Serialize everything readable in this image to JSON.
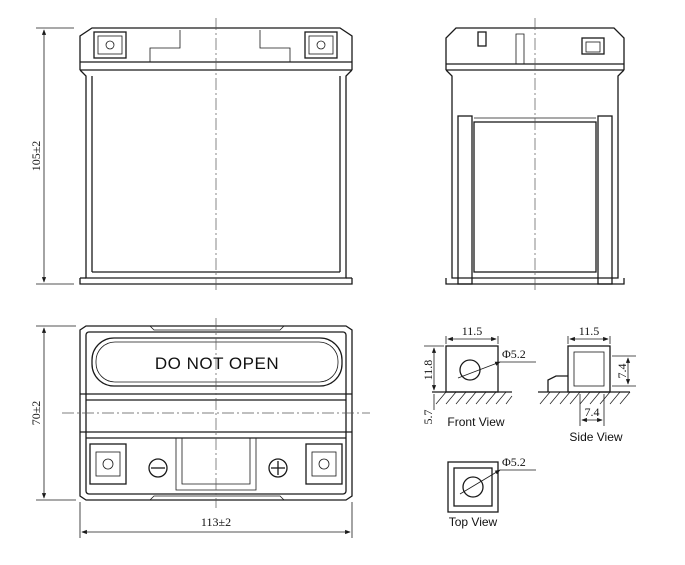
{
  "dimensions": {
    "height": "105±2",
    "width": "113±2",
    "depth": "70±2"
  },
  "lid_text": "DO NOT OPEN",
  "terminal_front": {
    "width": "11.5",
    "height": "11.8",
    "offset": "5.7",
    "hole": "Φ5.2",
    "caption": "Front View"
  },
  "terminal_side": {
    "width": "11.5",
    "height": "7.4",
    "depth": "7.4",
    "caption": "Side View"
  },
  "terminal_top": {
    "hole": "Φ5.2",
    "caption": "Top View"
  }
}
